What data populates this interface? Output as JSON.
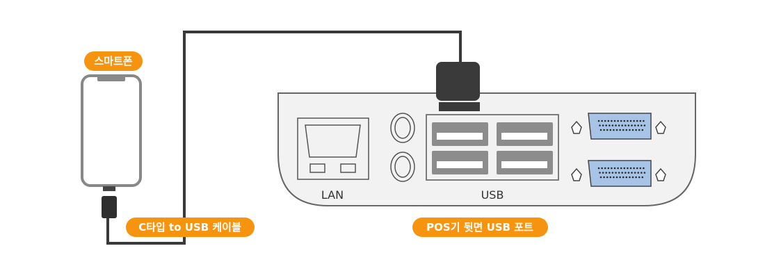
{
  "labels": {
    "smartphone": "스마트폰",
    "cable": "C타입 to USB 케이블",
    "pos_rear": "POS기 뒷면 USB 포트",
    "lan": "LAN",
    "usb": "USB"
  },
  "colors": {
    "tag_orange": "#f7940f",
    "panel_fill": "#f2f2f2",
    "panel_stroke": "#666666",
    "cable": "#3a3a3a",
    "vga_blue": "#a7c3e6"
  }
}
